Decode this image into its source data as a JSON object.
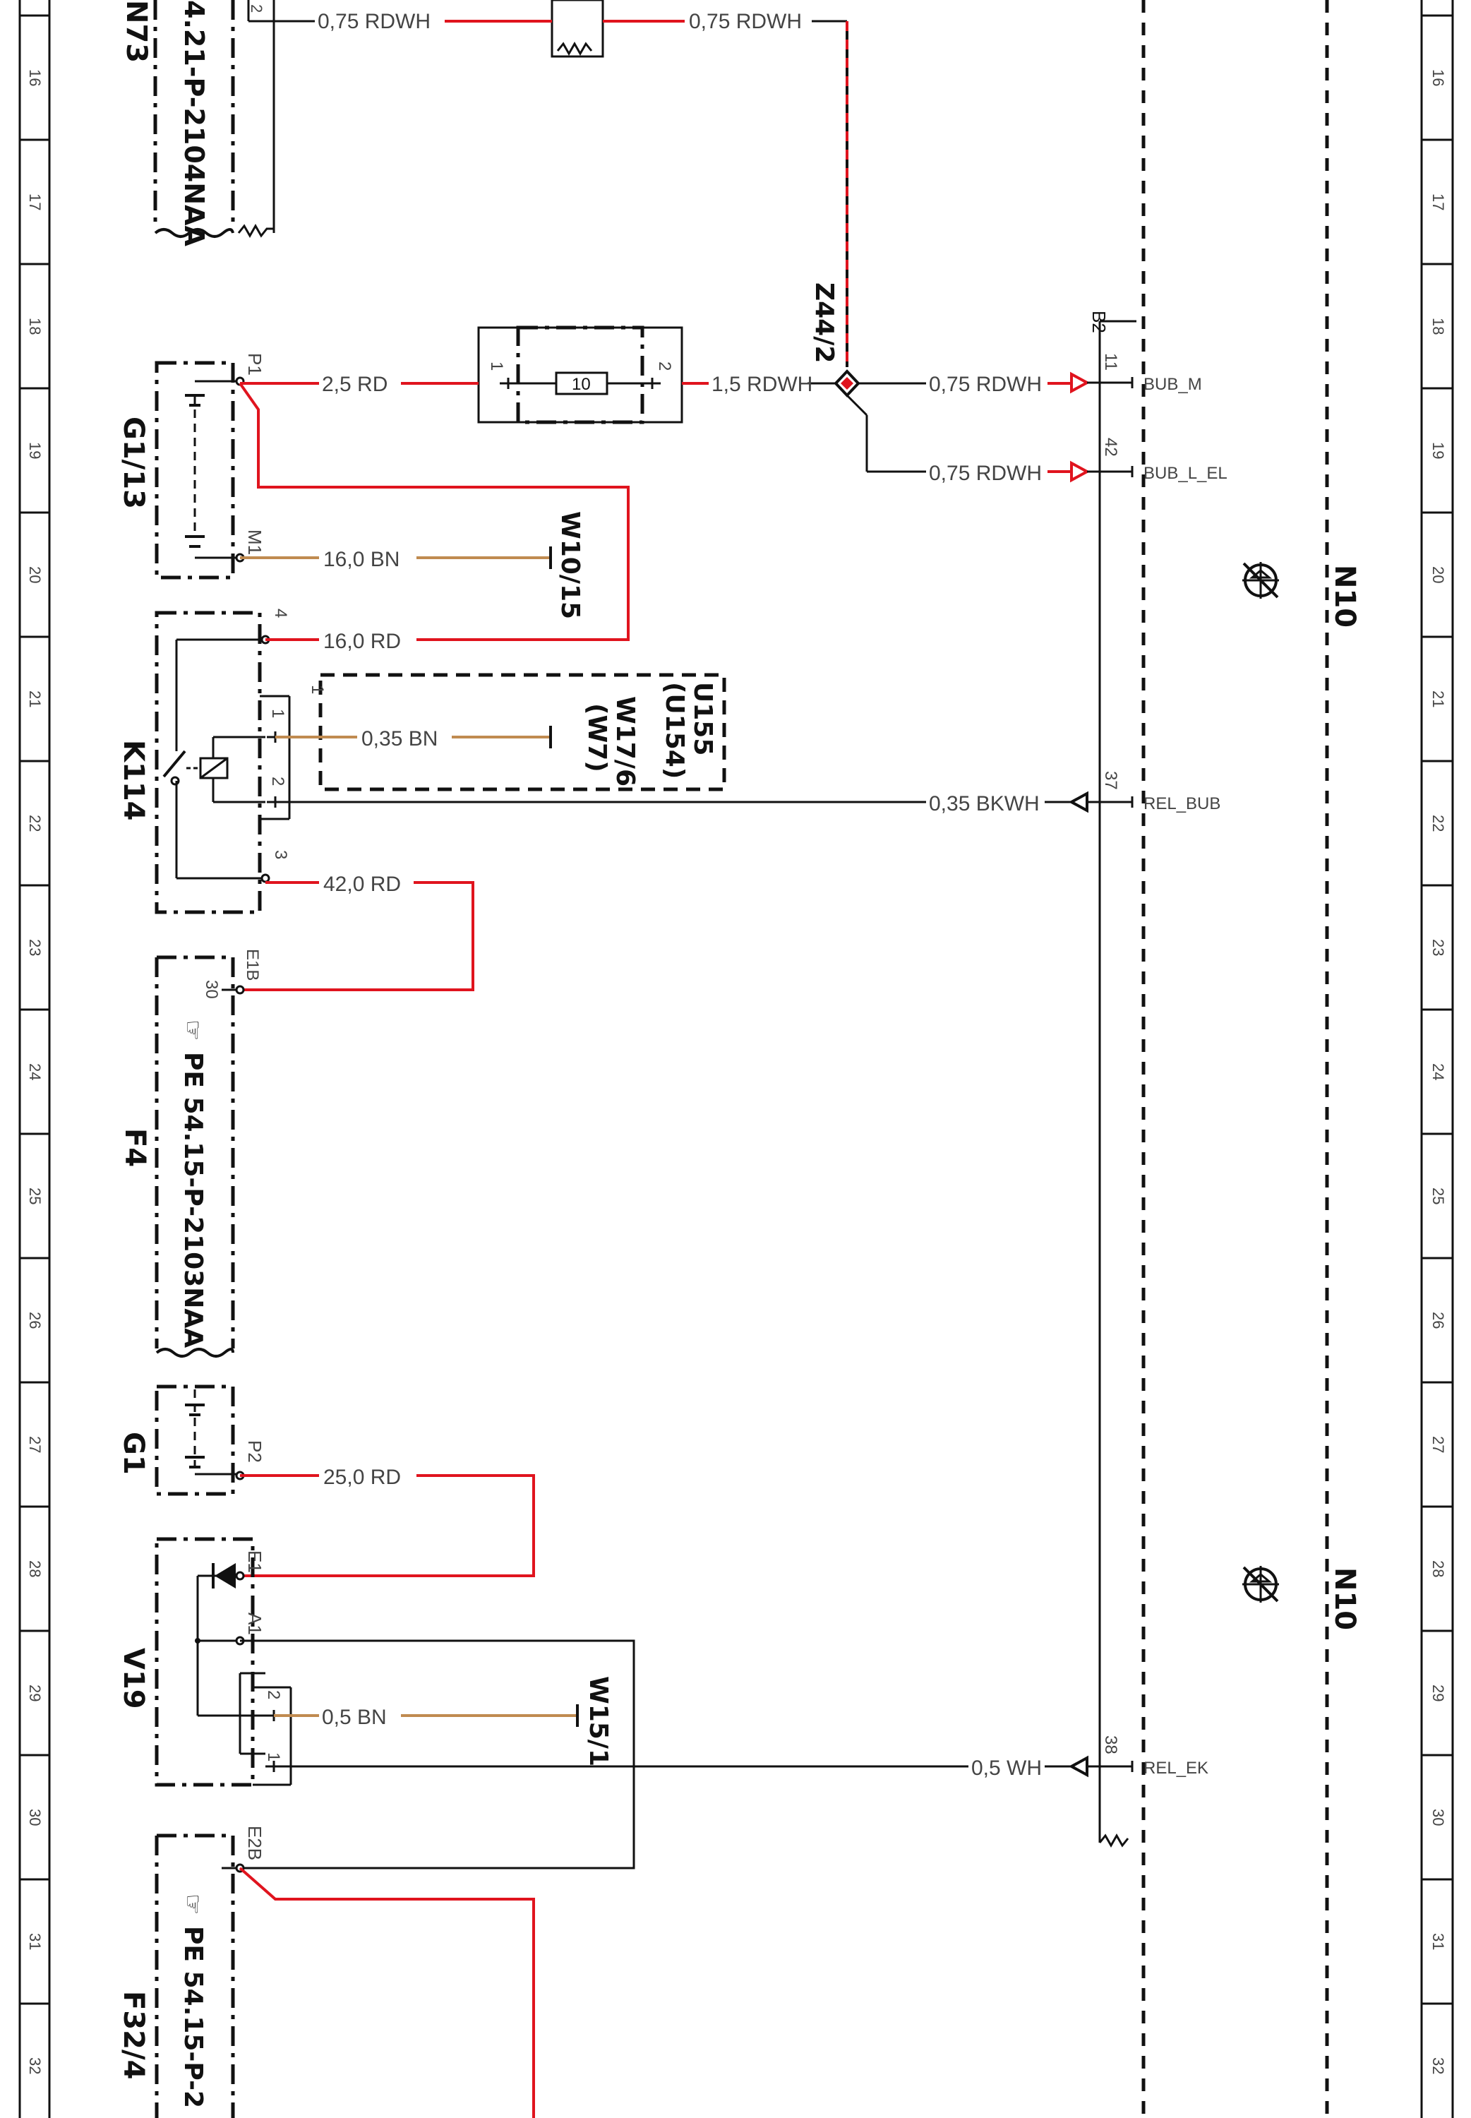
{
  "ruler": {
    "numbers": [
      "16",
      "17",
      "18",
      "19",
      "20",
      "21",
      "22",
      "23",
      "24",
      "25",
      "26",
      "27",
      "28",
      "29",
      "30",
      "31",
      "32"
    ]
  },
  "components": {
    "n73": {
      "name": "N73",
      "ref": "4.21-P-2104NAA",
      "pin": "2"
    },
    "g1_13": {
      "name": "G1/13",
      "pin_p1": "P1",
      "pin_m1": "M1"
    },
    "k114": {
      "name": "K114",
      "pin4": "4",
      "pin1": "1",
      "pin2": "2",
      "pin3": "3"
    },
    "u155": {
      "name": "U155",
      "alt": "(U154)",
      "inner_pin1": "1",
      "inner_pin2": "2",
      "frame_pin": "1"
    },
    "w17_6": {
      "name": "W17/6",
      "alt": "(W7)"
    },
    "f4": {
      "name": "F4",
      "pin_label": "E1B",
      "pin_num": "30",
      "ref": "PE 54.15-P-2103NAA"
    },
    "g1": {
      "name": "G1",
      "pin": "P2"
    },
    "v19": {
      "name": "V19",
      "pin_e1": "E1",
      "pin_a1": "A1",
      "pin2": "2",
      "pin1": "1"
    },
    "f32_4": {
      "name": "F32/4",
      "pin": "E2B",
      "ref": "PE 54.15-P-2"
    },
    "fuse": {
      "num": "10",
      "pin1": "1",
      "pin2": "2"
    },
    "z44_2": {
      "name": "Z44/2"
    },
    "w10_15": {
      "name": "W10/15"
    },
    "w15_1": {
      "name": "W15/1"
    },
    "n10": {
      "name": "N10",
      "block": "B2"
    }
  },
  "wires": {
    "w1": "0,75 RDWH",
    "w2": "0,75 RDWH",
    "w3": "2,5 RD",
    "w4": "1,5 RDWH",
    "w5": "0,75 RDWH",
    "w6": "0,75 RDWH",
    "w7": "16,0 BN",
    "w8": "16,0 RD",
    "w9": "0,35 BN",
    "w10": "0,35 BKWH",
    "w11": "42,0 RD",
    "w12": "25,0 RD",
    "w13": "0,5 BN",
    "w14": "0,5 WH"
  },
  "n10_pins": [
    {
      "num": "11",
      "signal": "BUB_M"
    },
    {
      "num": "42",
      "signal": "BUB_L_EL"
    },
    {
      "num": "37",
      "signal": "REL_BUB"
    },
    {
      "num": "38",
      "signal": "REL_EK"
    }
  ],
  "colors": {
    "red": "#e0141e",
    "brown": "#c08b50",
    "black": "#111111",
    "grey": "#444444"
  }
}
